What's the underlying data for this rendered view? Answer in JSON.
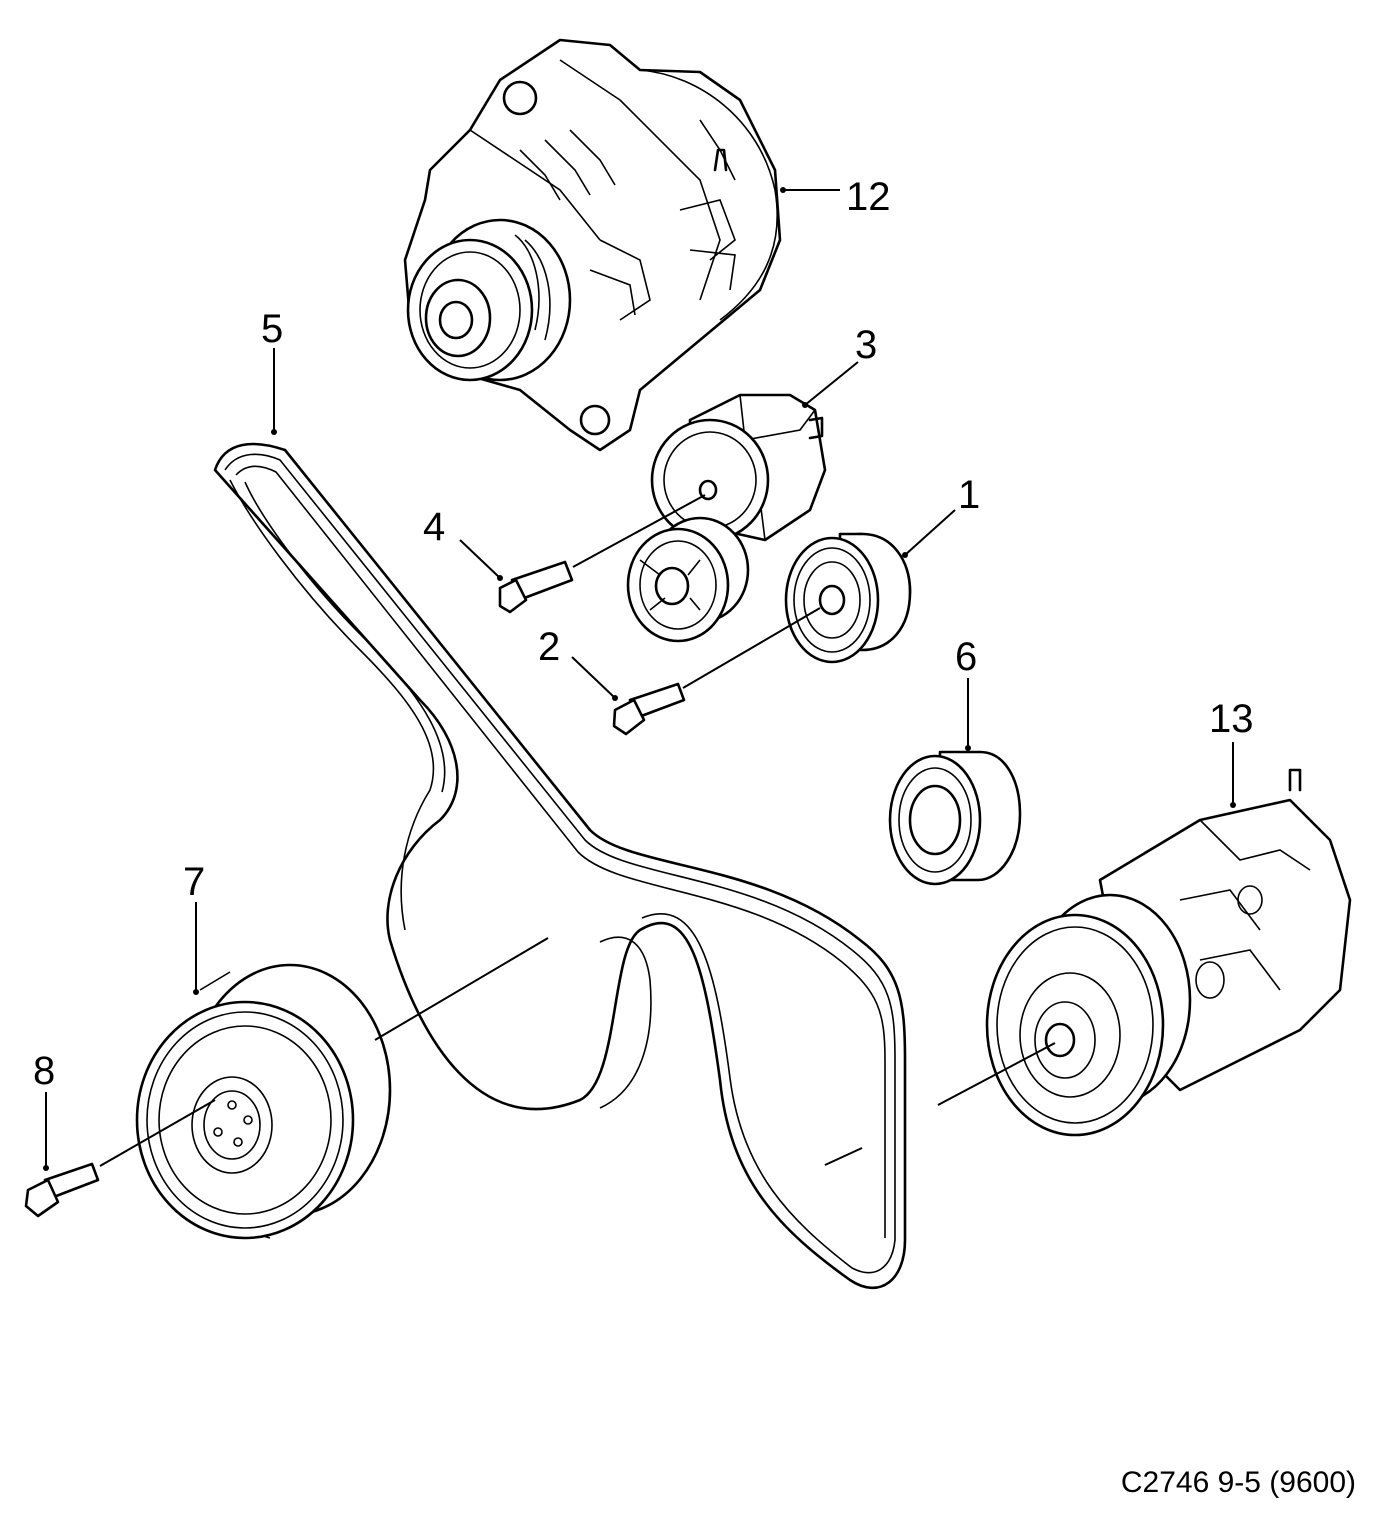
{
  "labels": {
    "p1": "1",
    "p2": "2",
    "p3": "3",
    "p4": "4",
    "p5": "5",
    "p6": "6",
    "p7": "7",
    "p8": "8",
    "p12": "12",
    "p13": "13"
  },
  "caption": "C2746 9-5 (9600)"
}
